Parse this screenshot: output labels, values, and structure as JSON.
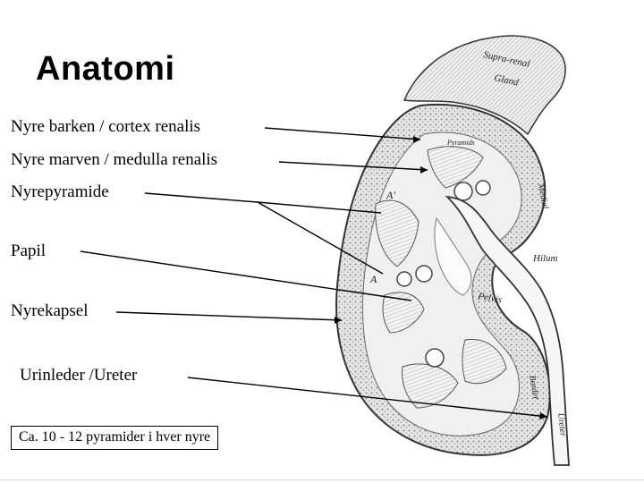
{
  "title": "Anatomi",
  "labels": {
    "cortex": "Nyre barken / cortex renalis",
    "medulla": "Nyre marven / medulla renalis",
    "pyramid": "Nyrepyramide",
    "papil": "Papil",
    "capsule": "Nyrekapsel",
    "ureter": "Urinleder /Ureter"
  },
  "note": "Ca. 10 - 12 pyramider i hver nyre",
  "engraving": {
    "gland_line1": "Supra-renal",
    "gland_line2": "Gland",
    "hilum": "Hilum",
    "pelvis": "Pelvis",
    "medial": "Medial",
    "border": "Border",
    "ureter": "Ureter",
    "pyramids": "Pyramids",
    "mark_a1": "A'",
    "mark_a2": "A"
  },
  "colors": {
    "line": "#000000",
    "tissue": "#eeeeee",
    "cortex_fill": "#d9d9d9",
    "outline": "#333333"
  }
}
